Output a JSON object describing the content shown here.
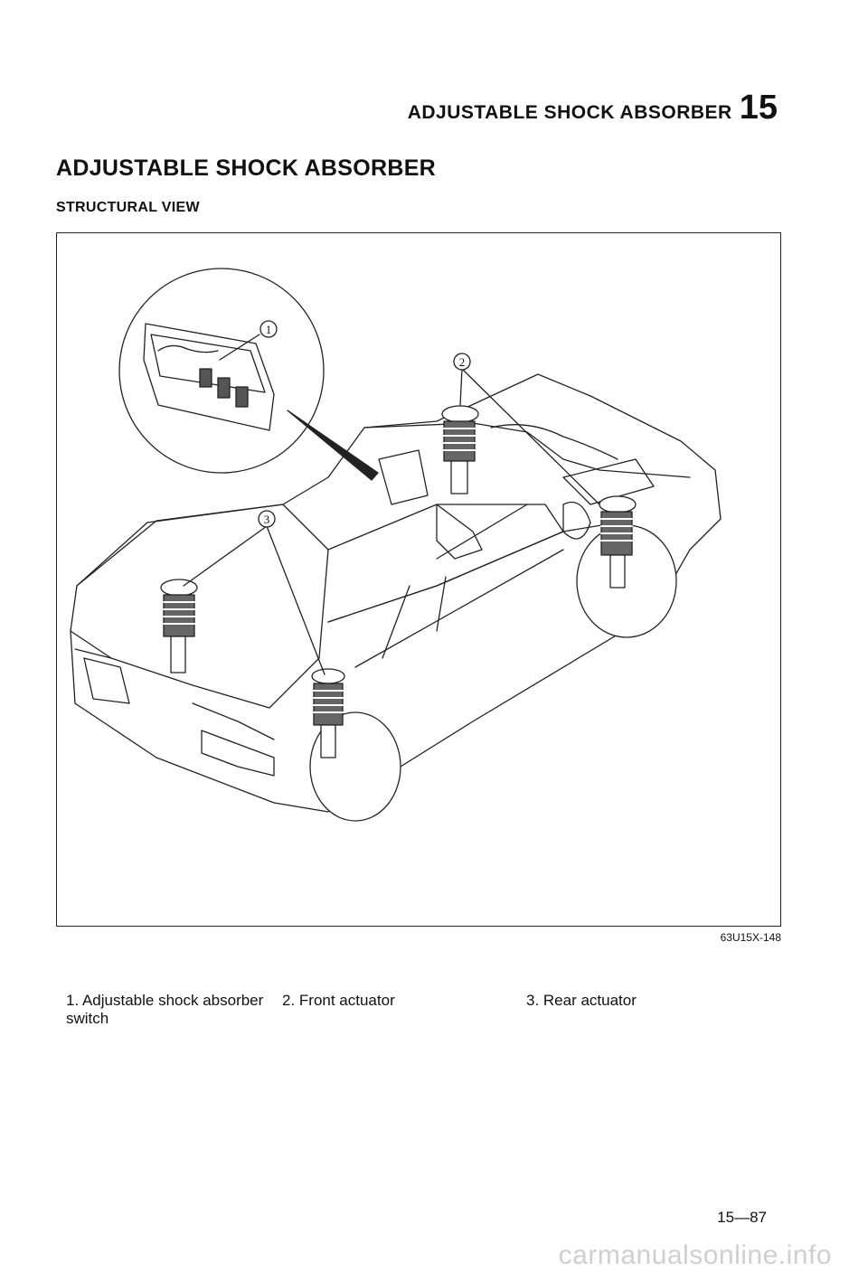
{
  "header": {
    "section_title": "ADJUSTABLE SHOCK ABSORBER",
    "section_number": "15"
  },
  "title": "ADJUSTABLE SHOCK ABSORBER",
  "subtitle": "STRUCTURAL VIEW",
  "figure": {
    "code": "63U15X-148",
    "callouts": [
      "1",
      "2",
      "3"
    ]
  },
  "legend": [
    {
      "text": "1. Adjustable shock absorber switch"
    },
    {
      "text": "2. Front actuator"
    },
    {
      "text": "3. Rear actuator"
    }
  ],
  "page_number": "15—87",
  "footer_url": "carmanualsonline.info"
}
